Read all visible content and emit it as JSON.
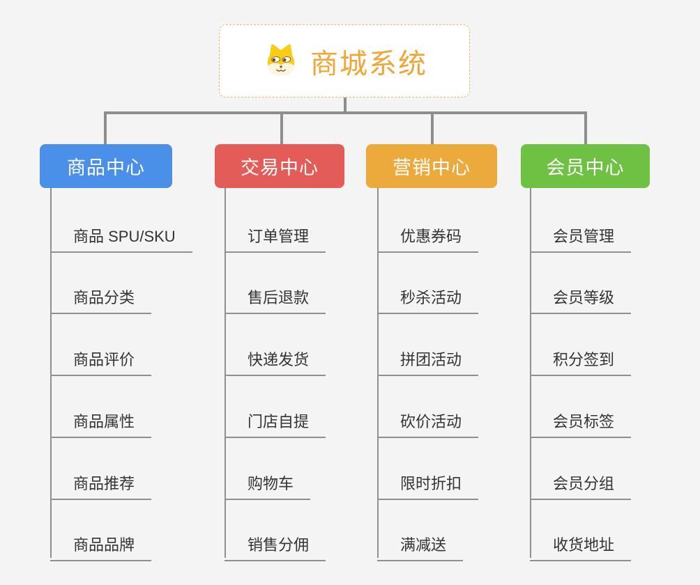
{
  "root": {
    "title": "商城系统",
    "icon": "dog-face-icon",
    "text_color": "#f0a637",
    "border_color": "#f2b763",
    "background": "#ffffff"
  },
  "canvas": {
    "background": "#f4f4f4",
    "connector_color": "#8e8e8e",
    "leaf_line_color": "#8f8f8f",
    "leaf_text_color": "#333333"
  },
  "branches": [
    {
      "label": "商品中心",
      "color": "#4a90e8",
      "items": [
        "商品 SPU/SKU",
        "商品分类",
        "商品评价",
        "商品属性",
        "商品推荐",
        "商品品牌"
      ]
    },
    {
      "label": "交易中心",
      "color": "#e45c57",
      "items": [
        "订单管理",
        "售后退款",
        "快递发货",
        "门店自提",
        "购物车",
        "销售分佣"
      ]
    },
    {
      "label": "营销中心",
      "color": "#ecaa3c",
      "items": [
        "优惠券码",
        "秒杀活动",
        "拼团活动",
        "砍价活动",
        "限时折扣",
        "满减送"
      ]
    },
    {
      "label": "会员中心",
      "color": "#6ec143",
      "items": [
        "会员管理",
        "会员等级",
        "积分签到",
        "会员标签",
        "会员分组",
        "收货地址"
      ]
    }
  ]
}
